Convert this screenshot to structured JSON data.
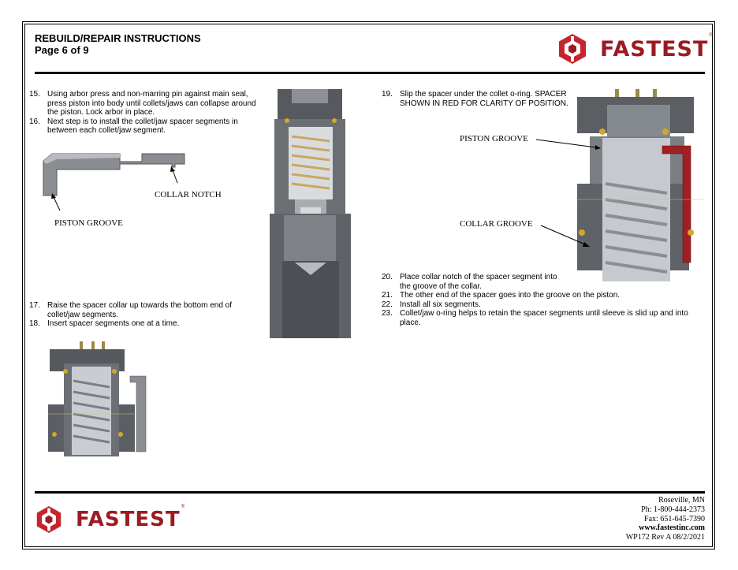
{
  "header": {
    "title": "REBUILD/REPAIR INSTRUCTIONS",
    "page": "Page 6 of 9"
  },
  "brand": {
    "name": "FASTEST",
    "reg": "®",
    "color": "#9b1b22"
  },
  "steps_a": [
    {
      "num": "15.",
      "text": "Using arbor press and non-marring pin against main seal, press piston into body until collets/jaws can collapse around the piston. Lock arbor in place."
    },
    {
      "num": "16.",
      "text": "Next step is to install the collet/jaw spacer segments in between each collet/jaw segment."
    }
  ],
  "steps_b": [
    {
      "num": "17.",
      "text": "Raise the spacer collar up towards the bottom end of collet/jaw segments."
    },
    {
      "num": "18.",
      "text": "Insert spacer segments one at a time."
    }
  ],
  "steps_c": [
    {
      "num": "19.",
      "text": "Slip the spacer under the collet o-ring. SPACER SHOWN IN RED FOR CLARITY OF POSITION."
    }
  ],
  "steps_d": [
    {
      "num": "20.",
      "text": "Place collar notch of the spacer segment into the groove of the collar."
    },
    {
      "num": "21.",
      "text": "The other end of the spacer goes into the groove on the piston."
    },
    {
      "num": "22.",
      "text": "Install all six segments."
    },
    {
      "num": "23.",
      "text": "Collet/jaw o-ring helps to retain the spacer segments until sleeve is slid up and into place."
    }
  ],
  "labels": {
    "collar_notch": "COLLAR NOTCH",
    "piston_groove_left": "PISTON GROOVE",
    "piston_groove_right": "PISTON GROOVE",
    "collar_groove": "COLLAR GROOVE"
  },
  "footer": {
    "city": "Roseville, MN",
    "phone": "Ph: 1-800-444-2373",
    "fax": "Fax: 651-645-7390",
    "web": "www.fastestinc.com",
    "doc": "WP172  Rev A   08/2/2021"
  }
}
